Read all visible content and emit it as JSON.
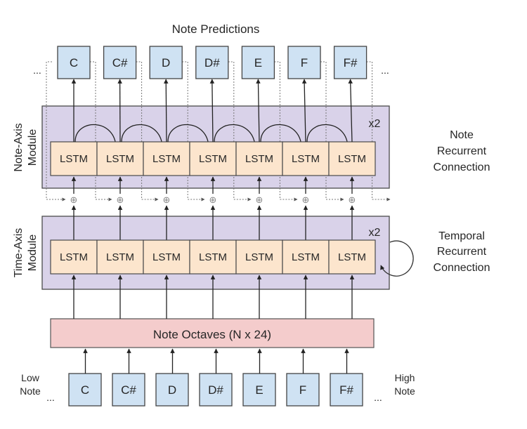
{
  "title": "Note Predictions",
  "notes": [
    "C",
    "C#",
    "D",
    "D#",
    "E",
    "F",
    "F#"
  ],
  "ellipsis": "...",
  "note_axis": {
    "label_line1": "Note-Axis",
    "label_line2": "Module",
    "cell_label": "LSTM",
    "multiplier": "x2",
    "side_label": [
      "Note",
      "Recurrent",
      "Connection"
    ]
  },
  "time_axis": {
    "label_line1": "Time-Axis",
    "label_line2": "Module",
    "cell_label": "LSTM",
    "multiplier": "x2",
    "side_label": [
      "Temporal",
      "Recurrent",
      "Connection"
    ]
  },
  "combine_symbol": "⊕",
  "octaves_label": "Note Octaves (N x 24)",
  "low_note_label": [
    "Low",
    "Note"
  ],
  "high_note_label": [
    "High",
    "Note"
  ],
  "colors": {
    "note_box": "#cfe2f3",
    "module_bg": "#d9d2e9",
    "lstm_cell": "#fce5cd",
    "octaves": "#f4cccc",
    "stroke": "#4a4a4a"
  }
}
